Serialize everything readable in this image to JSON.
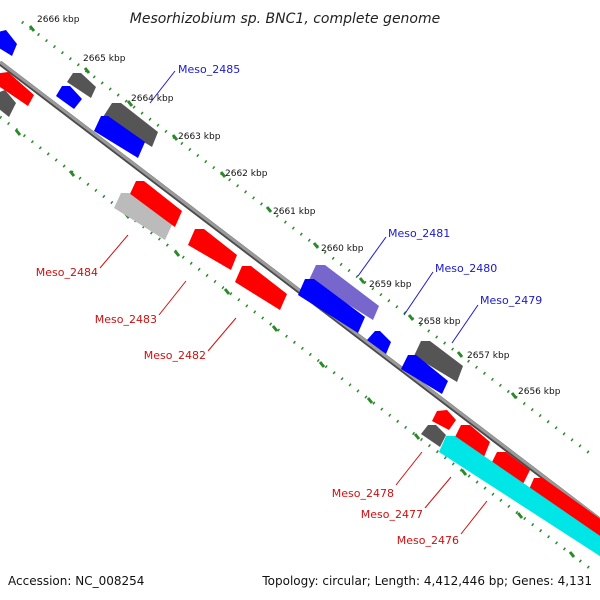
{
  "title": "Mesorhizobium sp. BNC1, complete genome",
  "footer": {
    "accession": "Accession: NC_008254",
    "topology": "Topology: circular; Length: 4,412,446 bp; Genes: 4,131"
  },
  "colors": {
    "backbone": "#858585",
    "tick": "#2a8a2a",
    "forward_cds": "#0000ff",
    "reverse_cds": "#ff0000",
    "label_forward": "#1a1acc",
    "label_reverse": "#cc1111",
    "gene_other": "#555555",
    "gene_light": "#bbbbbb",
    "gene_violet": "#7766cc",
    "gene_cyan": "#00e5e5"
  },
  "scale_labels": [
    "2666 kbp",
    "2665 kbp",
    "2664 kbp",
    "2663 kbp",
    "2662 kbp",
    "2661 kbp",
    "2660 kbp",
    "2659 kbp",
    "2658 kbp",
    "2657 kbp",
    "2656 kbp"
  ],
  "forward_labels": [
    "Meso_2485",
    "Meso_2481",
    "Meso_2480",
    "Meso_2479"
  ],
  "reverse_labels": [
    "Meso_2484",
    "Meso_2483",
    "Meso_2482",
    "Meso_2478",
    "Meso_2477",
    "Meso_2476"
  ]
}
